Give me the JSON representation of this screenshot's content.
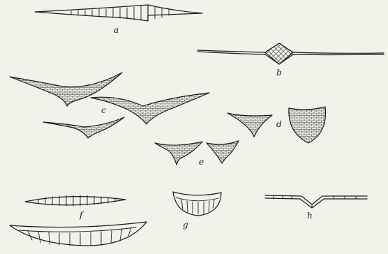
{
  "figure": {
    "labels": {
      "a": "a",
      "b": "b",
      "c": "c",
      "d": "d",
      "e": "e",
      "f": "f",
      "g": "g",
      "h": "h"
    }
  }
}
